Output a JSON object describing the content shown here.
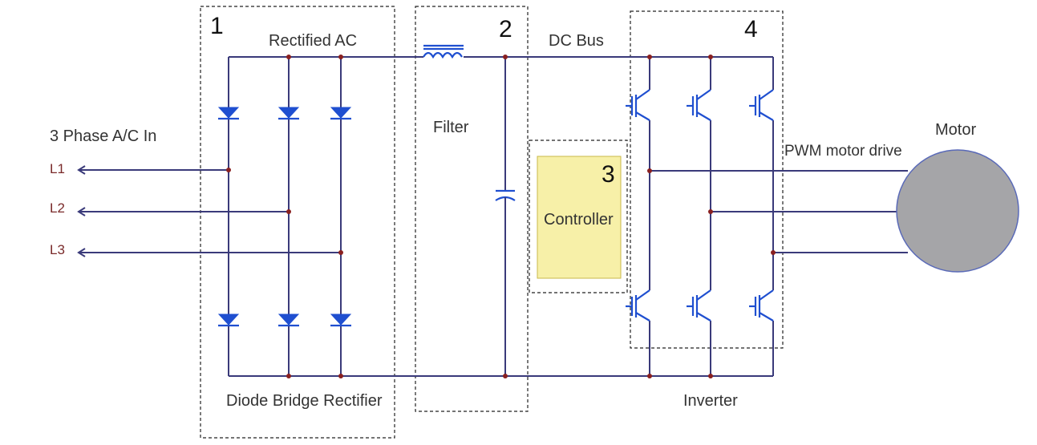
{
  "blocks": {
    "rectifier": {
      "number": "1",
      "top_label": "Rectified AC",
      "bottom_label": "Diode Bridge Rectifier"
    },
    "filter": {
      "number": "2",
      "label": "Filter"
    },
    "controller": {
      "number": "3",
      "label": "Controller"
    },
    "inverter": {
      "number": "4",
      "bottom_label": "Inverter"
    }
  },
  "labels": {
    "input": "3 Phase A/C In",
    "dc_bus": "DC Bus",
    "pwm": "PWM motor drive",
    "motor": "Motor"
  },
  "phases": [
    "L1",
    "L2",
    "L3"
  ],
  "colors": {
    "wire": "#3a3a7a",
    "component": "#1f4fd0",
    "node": "#8a2020",
    "controller_fill": "#f7f0a8",
    "motor_fill": "#a5a5a8"
  }
}
